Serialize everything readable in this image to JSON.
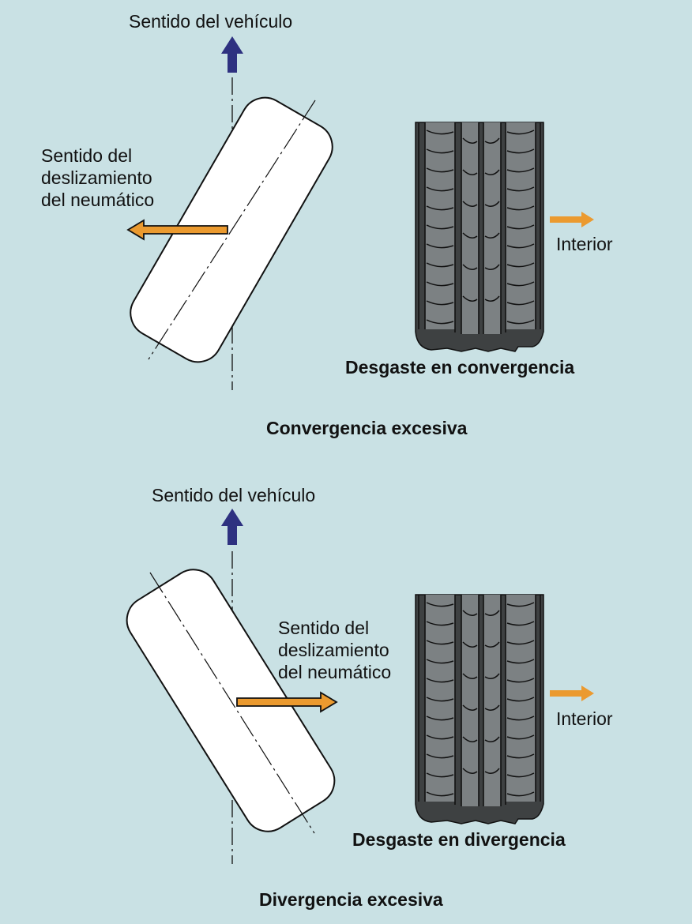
{
  "colors": {
    "background": "#c9e1e4",
    "vehicle_arrow": "#2e3180",
    "slip_arrow": "#eb9a2f",
    "tire_fill": "#ffffff",
    "tread_dark": "#3e4142",
    "tread_rib": "#7c8183"
  },
  "top": {
    "vehicle_label": "Sentido del vehículo",
    "slip_label": "Sentido del\ndeslizamiento\ndel neumático",
    "inner_label": "Interior",
    "wear_label": "Desgaste en convergencia",
    "caption": "Convergencia excesiva"
  },
  "bottom": {
    "vehicle_label": "Sentido del vehículo",
    "slip_label": "Sentido del\ndeslizamiento\ndel neumático",
    "inner_label": "Interior",
    "wear_label": "Desgaste en divergencia",
    "caption": "Divergencia excesiva"
  }
}
